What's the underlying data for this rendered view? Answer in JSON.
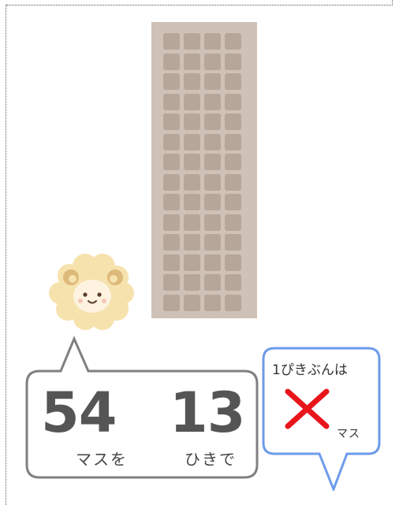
{
  "grid": {
    "columns": 4,
    "rows": 14
  },
  "speech_left": {
    "total_value": "54",
    "total_suffix": "マスを",
    "count_value": "13",
    "count_suffix": "ひきで"
  },
  "speech_right": {
    "per_label": "1ぴきぶんは",
    "answer_mark": "✕",
    "unit": "マス"
  },
  "colors": {
    "grid_bg": "#cfc1b6",
    "grid_cell": "#b6a69a",
    "left_bubble_border": "#808080",
    "right_bubble_border": "#6e9bea",
    "x_mark": "#e8151b"
  },
  "icons": {
    "character": "sheep-icon",
    "answer": "x-mark-icon"
  }
}
